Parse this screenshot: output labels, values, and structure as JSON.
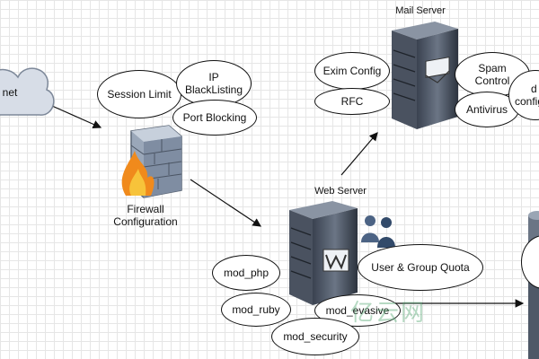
{
  "internet_label": "net",
  "firewall": {
    "label_line1": "Firewall",
    "label_line2": "Configuration"
  },
  "firewall_items": {
    "session_limit": "Session Limit",
    "ip_line1": "IP",
    "ip_line2": "BlackListing",
    "port_blocking": "Port Blocking"
  },
  "mail_server": {
    "title": "Mail Server",
    "exim": "Exim Config",
    "rfc": "RFC",
    "spam_line1": "Spam",
    "spam_line2": "Control",
    "antivirus": "Antivirus",
    "partial_line1": "d",
    "partial_line2": "configu"
  },
  "web_server": {
    "title": "Web Server",
    "quota": "User & Group Quota",
    "mod_php": "mod_php",
    "mod_ruby": "mod_ruby",
    "mod_evasive": "mod_evasive",
    "mod_security": "mod_security"
  },
  "watermark_text": "亿云网"
}
